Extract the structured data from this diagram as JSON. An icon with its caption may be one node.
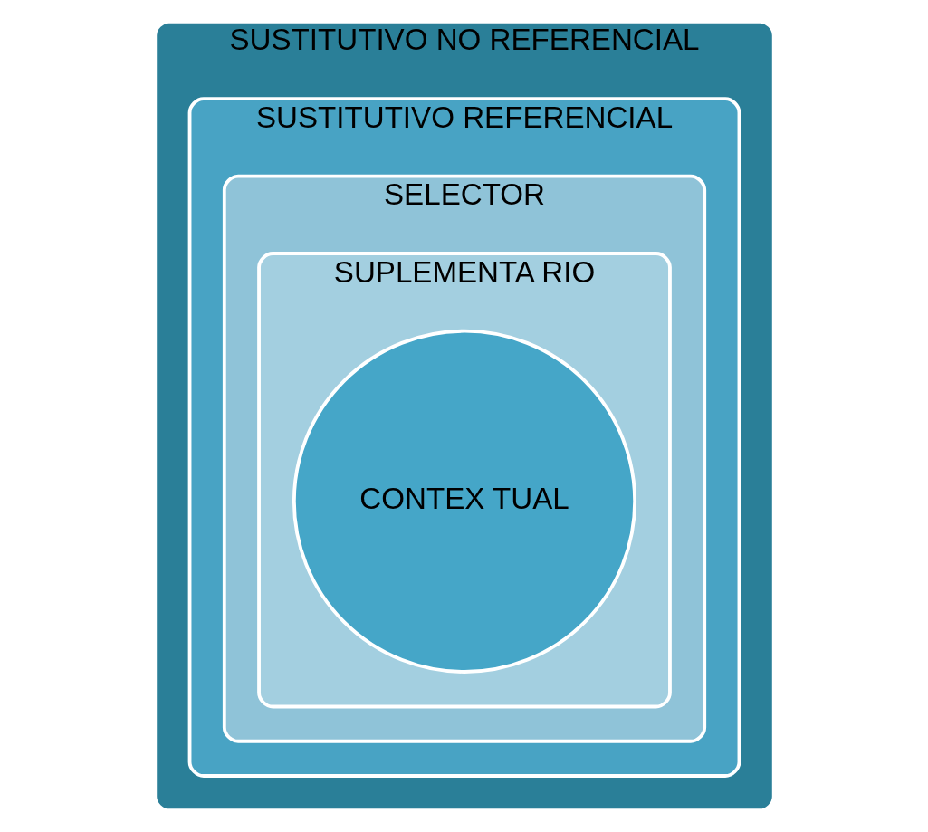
{
  "diagram": {
    "nodes": [
      {
        "text": [
          "SUSTITUTIVO NO REFERENCIAL"
        ]
      },
      {
        "text": [
          "SUSTITUTIVO REFERENCIAL"
        ],
        "in": 0
      },
      {
        "text": [
          "SELECTOR"
        ],
        "in": 1
      },
      {
        "text": [
          "SUPLEMENTA RIO"
        ],
        "in": 2
      },
      {
        "text": [
          "CONTEX TUAL"
        ],
        "in": 3
      }
    ]
  }
}
